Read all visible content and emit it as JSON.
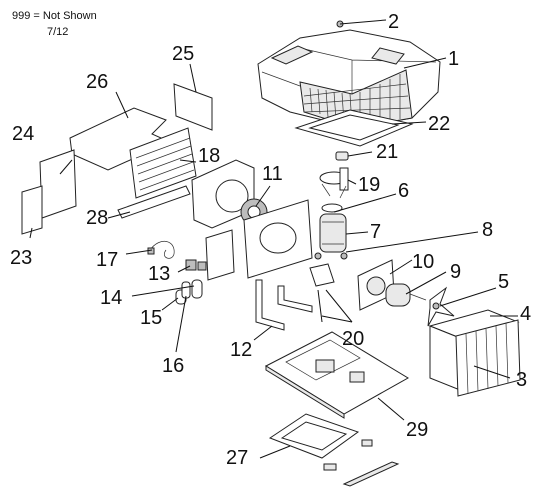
{
  "header": {
    "not_shown_note": "999 = Not Shown",
    "date_code": "7/12"
  },
  "callouts": [
    {
      "id": "1",
      "label": "1"
    },
    {
      "id": "2",
      "label": "2"
    },
    {
      "id": "3",
      "label": "3"
    },
    {
      "id": "4",
      "label": "4"
    },
    {
      "id": "5",
      "label": "5"
    },
    {
      "id": "6",
      "label": "6"
    },
    {
      "id": "7",
      "label": "7"
    },
    {
      "id": "8",
      "label": "8"
    },
    {
      "id": "9",
      "label": "9"
    },
    {
      "id": "10",
      "label": "10"
    },
    {
      "id": "11",
      "label": "11"
    },
    {
      "id": "12",
      "label": "12"
    },
    {
      "id": "13",
      "label": "13"
    },
    {
      "id": "14",
      "label": "14"
    },
    {
      "id": "15",
      "label": "15"
    },
    {
      "id": "16",
      "label": "16"
    },
    {
      "id": "17",
      "label": "17"
    },
    {
      "id": "18",
      "label": "18"
    },
    {
      "id": "19",
      "label": "19"
    },
    {
      "id": "20",
      "label": "20"
    },
    {
      "id": "21",
      "label": "21"
    },
    {
      "id": "22",
      "label": "22"
    },
    {
      "id": "23",
      "label": "23"
    },
    {
      "id": "24",
      "label": "24"
    },
    {
      "id": "25",
      "label": "25"
    },
    {
      "id": "26",
      "label": "26"
    },
    {
      "id": "27",
      "label": "27"
    },
    {
      "id": "28",
      "label": "28"
    },
    {
      "id": "29",
      "label": "29"
    }
  ]
}
